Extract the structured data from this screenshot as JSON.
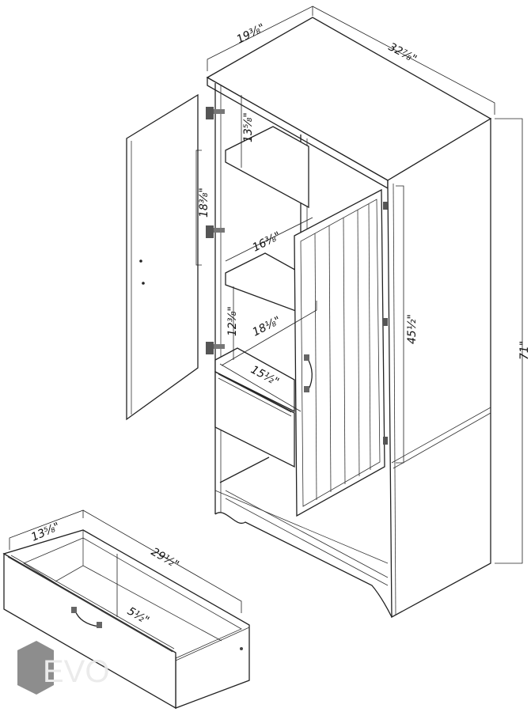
{
  "dimensions": {
    "cabinet_depth": "19⅜\"",
    "cabinet_width": "32⅞\"",
    "cabinet_height": "71\"",
    "door_height": "45½\"",
    "top_shelf_clearance": "13⅝\"",
    "upper_shelf_spacing": "18⅜\"",
    "shelf_depth": "16⅜\"",
    "lower_shelf_clearance": "12⅜\"",
    "shelf_width": "18⅛\"",
    "drawer_opening_depth": "15½\"",
    "drawer_depth": "13⅝\"",
    "drawer_width": "29½\"",
    "drawer_height": "5½\""
  },
  "logo": {
    "text": "EVO",
    "color": "#7a7a7a"
  }
}
